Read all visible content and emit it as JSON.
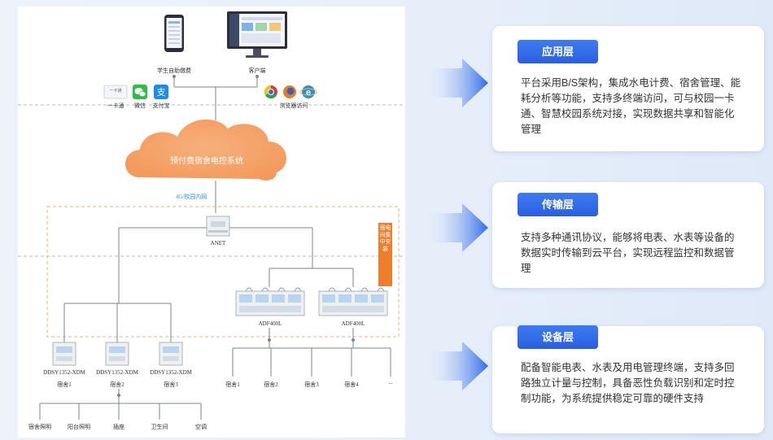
{
  "diagram": {
    "student_pay": "学生自助缴费",
    "client": "客户端",
    "one_card_icon_text": "一卡通",
    "one_card": "一卡通",
    "wechat": "微信",
    "alipay": "支付宝",
    "browser_access": "浏览器访问",
    "cloud_system": "预付费宿舍电控系统",
    "network": "4G/校园内网",
    "anet": "ANET",
    "vertical_label": "强电间集中安装",
    "adf1": "ADF400L",
    "adf2": "ADF400L",
    "meter_model_1": "DDSY1352-XDM",
    "meter_model_2": "DDSY1352-XDM",
    "meter_model_3": "DDSY1352-XDM",
    "dorm1": "宿舍1",
    "dorm2": "宿舍2",
    "dorm3": "宿舍3",
    "right_dorm1": "宿舍1",
    "right_dorm2": "宿舍2",
    "right_dorm3": "宿舍3",
    "right_dorm4": "宿舍4",
    "ellipsis": "...",
    "loads": [
      "宿舍照明",
      "阳台照明",
      "插座",
      "卫生间",
      "空调"
    ]
  },
  "layers": [
    {
      "title": "应用层",
      "text": "平台采用B/S架构，集成水电计费、宿舍管理、能耗分析等功能，支持多终端访问，可与校园一卡通、智慧校园系统对接，实现数据共享和智能化管理"
    },
    {
      "title": "传输层",
      "text": "支持多种通讯协议，能够将电表、水表等设备的数据实时传输到云平台，实现远程监控和数据管理"
    },
    {
      "title": "设备层",
      "text": "配备智能电表、水表及用电管理终端，支持多回路独立计量与控制，具备恶性负载识别和定时控制功能，为系统提供稳定可靠的硬件支持"
    }
  ],
  "colors": {
    "accent": "#2f6be8",
    "cloud": "#f5a36a",
    "install_tag": "#f07c2e"
  }
}
